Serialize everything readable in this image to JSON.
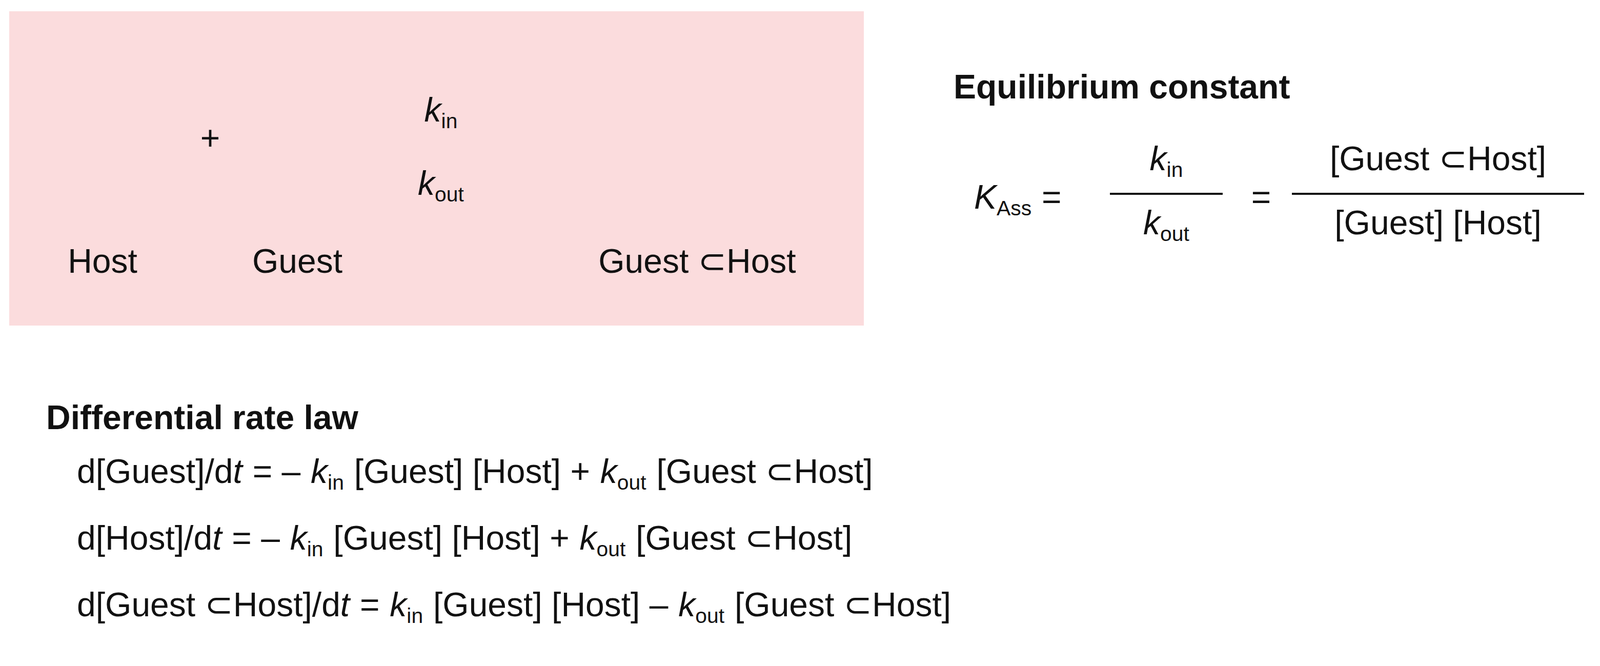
{
  "diagram": {
    "nodes": [
      {
        "text": [
          "Host",
          "Guest",
          "Guest ⊂Host"
        ]
      }
    ],
    "labels": [
      "+",
      "k",
      "in",
      "k",
      "out",
      "Equilibrium constant",
      "K",
      "Ass",
      "=",
      "k",
      "in",
      "k",
      "out",
      "=",
      "[Guest ⊂Host]",
      "[Guest] [Host]",
      "Differential rate law",
      "d[Guest]/d",
      "t",
      "= –",
      "k",
      "in",
      "[Guest] [Host] +",
      "k",
      "out",
      "[Guest ⊂Host]",
      "d[Host]/d",
      "t",
      "= –",
      "k",
      "in",
      "[Guest] [Host] +",
      "k",
      "out",
      "[Guest ⊂Host]",
      "d[Guest ⊂Host]/d",
      "t",
      "=",
      "k",
      "in",
      "[Guest] [Host] –",
      "k",
      "out",
      "[Guest ⊂Host]"
    ]
  }
}
